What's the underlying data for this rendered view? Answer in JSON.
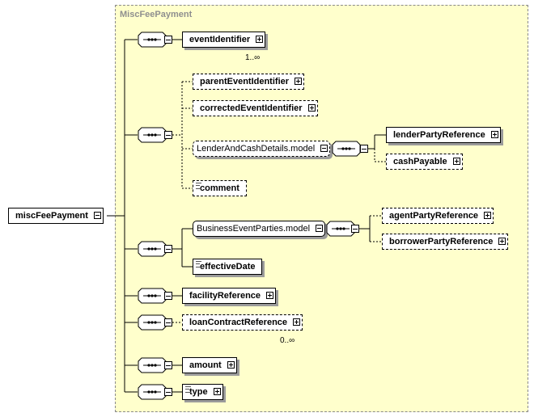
{
  "group": {
    "title": "MiscFeePayment"
  },
  "root": {
    "label": "miscFeePayment"
  },
  "elements": {
    "eventIdentifier": "eventIdentifier",
    "parentEventIdentifier": "parentEventIdentifier",
    "correctedEventIdentifier": "correctedEventIdentifier",
    "lenderAndCashDetailsModel": "LenderAndCashDetails.model",
    "lenderPartyReference": "lenderPartyReference",
    "cashPayable": "cashPayable",
    "comment": "comment",
    "businessEventPartiesModel": "BusinessEventParties.model",
    "agentPartyReference": "agentPartyReference",
    "borrowerPartyReference": "borrowerPartyReference",
    "effectiveDate": "effectiveDate",
    "facilityReference": "facilityReference",
    "loanContractReference": "loanContractReference",
    "amount": "amount",
    "type": "type"
  },
  "cardinalities": {
    "eventIdentifier": "1..∞",
    "loanContractReference": "0..∞"
  }
}
